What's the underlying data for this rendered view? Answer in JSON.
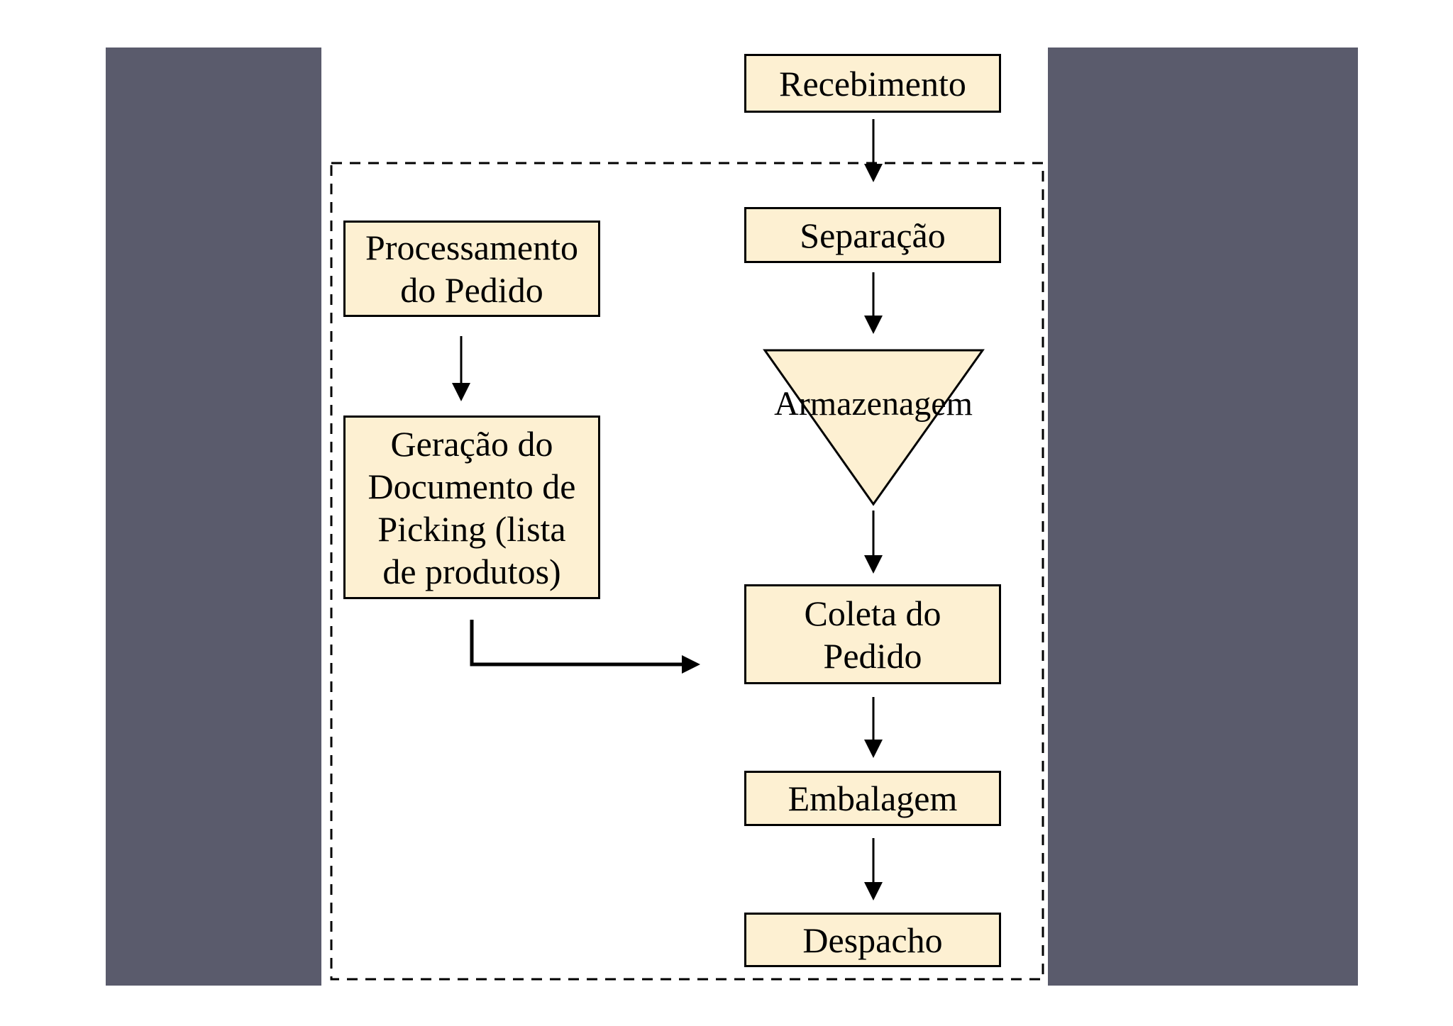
{
  "colors": {
    "page": "#ffffff",
    "panel": "#5a5b6c",
    "box_fill": "#fdf0d2",
    "border": "#000000"
  },
  "diagram": {
    "nodes": {
      "recebimento": {
        "label": "Recebimento"
      },
      "separacao": {
        "label": "Separação"
      },
      "armazenagem": {
        "label": "Armazenagem",
        "shape": "inverted-triangle"
      },
      "coleta": {
        "lines": [
          "Coleta do",
          "Pedido"
        ]
      },
      "embalagem": {
        "label": "Embalagem"
      },
      "despacho": {
        "label": "Despacho"
      },
      "processamento": {
        "lines": [
          "Processamento",
          "do Pedido"
        ]
      },
      "geracao": {
        "lines": [
          "Geração do",
          "Documento de",
          "Picking (lista",
          "de produtos)"
        ]
      }
    },
    "edges": [
      {
        "from": "recebimento",
        "to": "separacao"
      },
      {
        "from": "separacao",
        "to": "armazenagem"
      },
      {
        "from": "armazenagem",
        "to": "coleta"
      },
      {
        "from": "coleta",
        "to": "embalagem"
      },
      {
        "from": "embalagem",
        "to": "despacho"
      },
      {
        "from": "processamento",
        "to": "geracao"
      },
      {
        "from": "geracao",
        "to": "coleta"
      }
    ]
  }
}
